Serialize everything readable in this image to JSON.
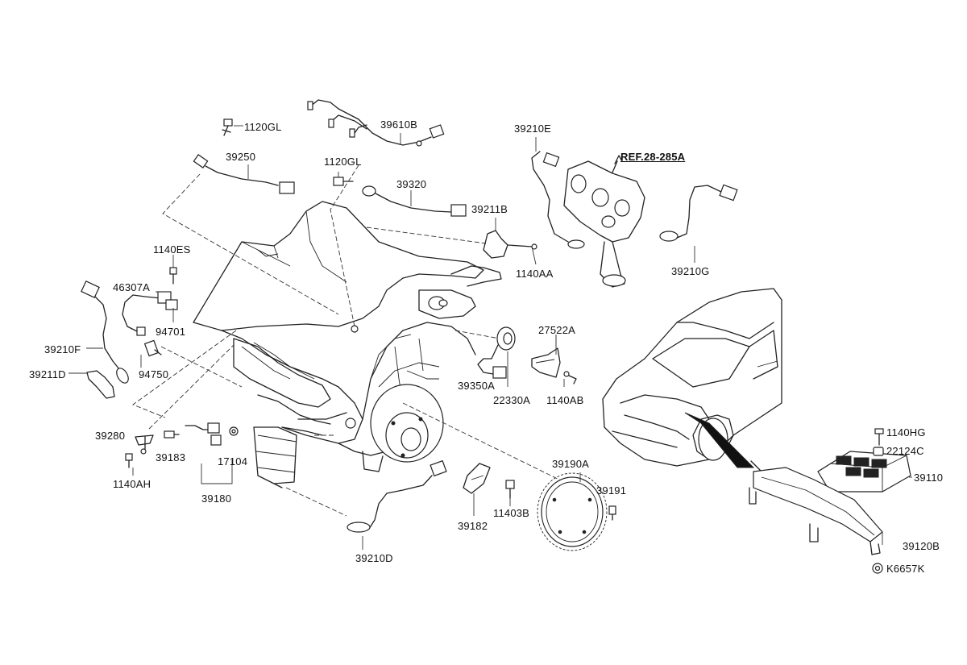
{
  "diagram": {
    "labels": {
      "l_1120GL_a": "1120GL",
      "l_39610B": "39610B",
      "l_39250": "39250",
      "l_1120GL_b": "1120GL",
      "l_39320": "39320",
      "l_39211B": "39211B",
      "l_39210E": "39210E",
      "l_ref": "REF.28-285A",
      "l_39210G": "39210G",
      "l_1140AA": "1140AA",
      "l_1140ES": "1140ES",
      "l_46307A": "46307A",
      "l_94701": "94701",
      "l_39210F": "39210F",
      "l_94750": "94750",
      "l_39211D": "39211D",
      "l_27522A": "27522A",
      "l_39350A": "39350A",
      "l_22330A": "22330A",
      "l_1140AB": "1140AB",
      "l_39280": "39280",
      "l_39183": "39183",
      "l_17104": "17104",
      "l_1140AH": "1140AH",
      "l_39180": "39180",
      "l_39190A": "39190A",
      "l_39191": "39191",
      "l_11403B": "11403B",
      "l_39182": "39182",
      "l_39210D": "39210D",
      "l_1140HG": "1140HG",
      "l_22124C": "22124C",
      "l_39110": "39110",
      "l_39120B": "39120B",
      "l_K6657K": "K6657K"
    }
  }
}
